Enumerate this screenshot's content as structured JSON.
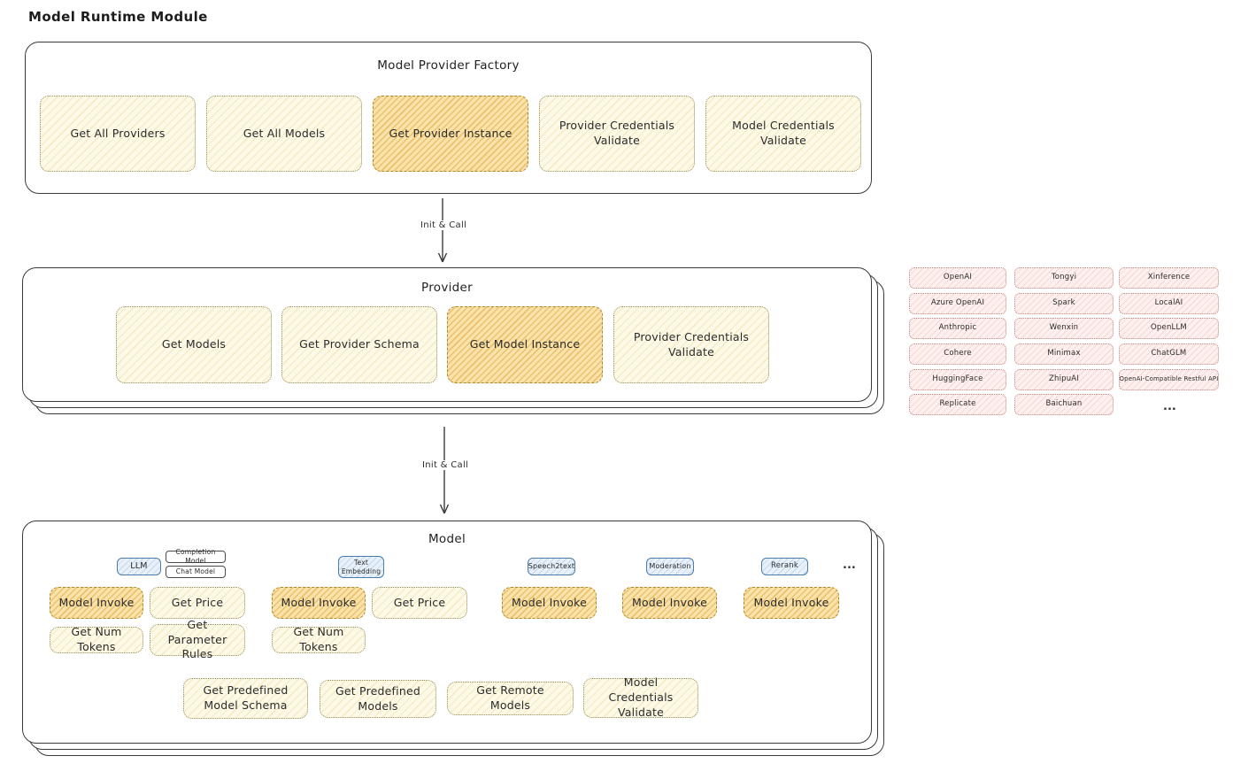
{
  "title": "Model Runtime Module",
  "factory": {
    "title": "Model Provider Factory",
    "get_all_providers": "Get All Providers",
    "get_all_models": "Get All Models",
    "get_provider_instance": "Get Provider Instance",
    "provider_credentials_validate": "Provider Credentials Validate",
    "model_credentials_validate": "Model Credentials Validate"
  },
  "arrow1": {
    "label": "Init & Call"
  },
  "arrow2": {
    "label": "Init & Call"
  },
  "provider": {
    "title": "Provider",
    "get_models": "Get Models",
    "get_provider_schema": "Get Provider Schema",
    "get_model_instance": "Get Model Instance",
    "provider_credentials_validate": "Provider Credentials Validate"
  },
  "vendors": {
    "col1": [
      "OpenAI",
      "Azure OpenAI",
      "Anthropic",
      "Cohere",
      "HuggingFace",
      "Replicate"
    ],
    "col2": [
      "Tongyi",
      "Spark",
      "Wenxin",
      "Minimax",
      "ZhipuAI",
      "Baichuan"
    ],
    "col3": [
      "Xinference",
      "LocalAI",
      "OpenLLM",
      "ChatGLM",
      "OpenAI-Compatible Restful API"
    ],
    "more": "..."
  },
  "model": {
    "title": "Model",
    "tabs": {
      "llm": "LLM",
      "completion_model": "Completion Model",
      "chat_model": "Chat Model",
      "text_embedding": "Text Embedding",
      "speech2text": "Speech2text",
      "moderation": "Moderation",
      "rerank": "Rerank",
      "more": "..."
    },
    "llm": {
      "model_invoke": "Model Invoke",
      "get_price": "Get Price",
      "get_num_tokens": "Get Num Tokens",
      "get_parameter_rules": "Get Parameter Rules"
    },
    "text_embedding": {
      "model_invoke": "Model Invoke",
      "get_price": "Get Price",
      "get_num_tokens": "Get Num Tokens"
    },
    "speech2text": {
      "model_invoke": "Model Invoke"
    },
    "moderation": {
      "model_invoke": "Model Invoke"
    },
    "rerank": {
      "model_invoke": "Model Invoke"
    },
    "common": {
      "get_predefined_model_schema": "Get Predefined Model Schema",
      "get_predefined_models": "Get Predefined Models",
      "get_remote_models": "Get Remote Models",
      "model_credentials_validate": "Model Credentials Validate"
    }
  }
}
